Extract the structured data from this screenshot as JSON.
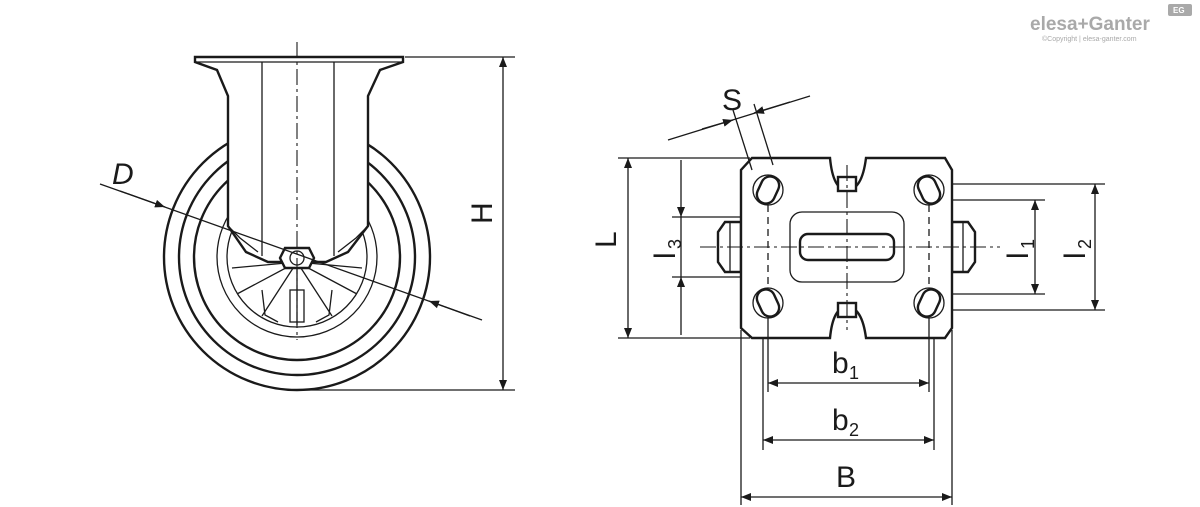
{
  "logo": {
    "brand": "elesa+Ganter",
    "copyright": "©Copyright | elesa-ganter.com",
    "badge": "EG"
  },
  "labels": {
    "D": "D",
    "H": "H",
    "S": "S",
    "L": "L",
    "l3": "l",
    "l3_sub": "3",
    "l1": "l",
    "l1_sub": "1",
    "l2": "l",
    "l2_sub": "2",
    "b1": "b",
    "b1_sub": "1",
    "b2": "b",
    "b2_sub": "2",
    "B": "B"
  },
  "colors": {
    "line": "#1a1a1a",
    "logo": "#a9a9a9"
  }
}
